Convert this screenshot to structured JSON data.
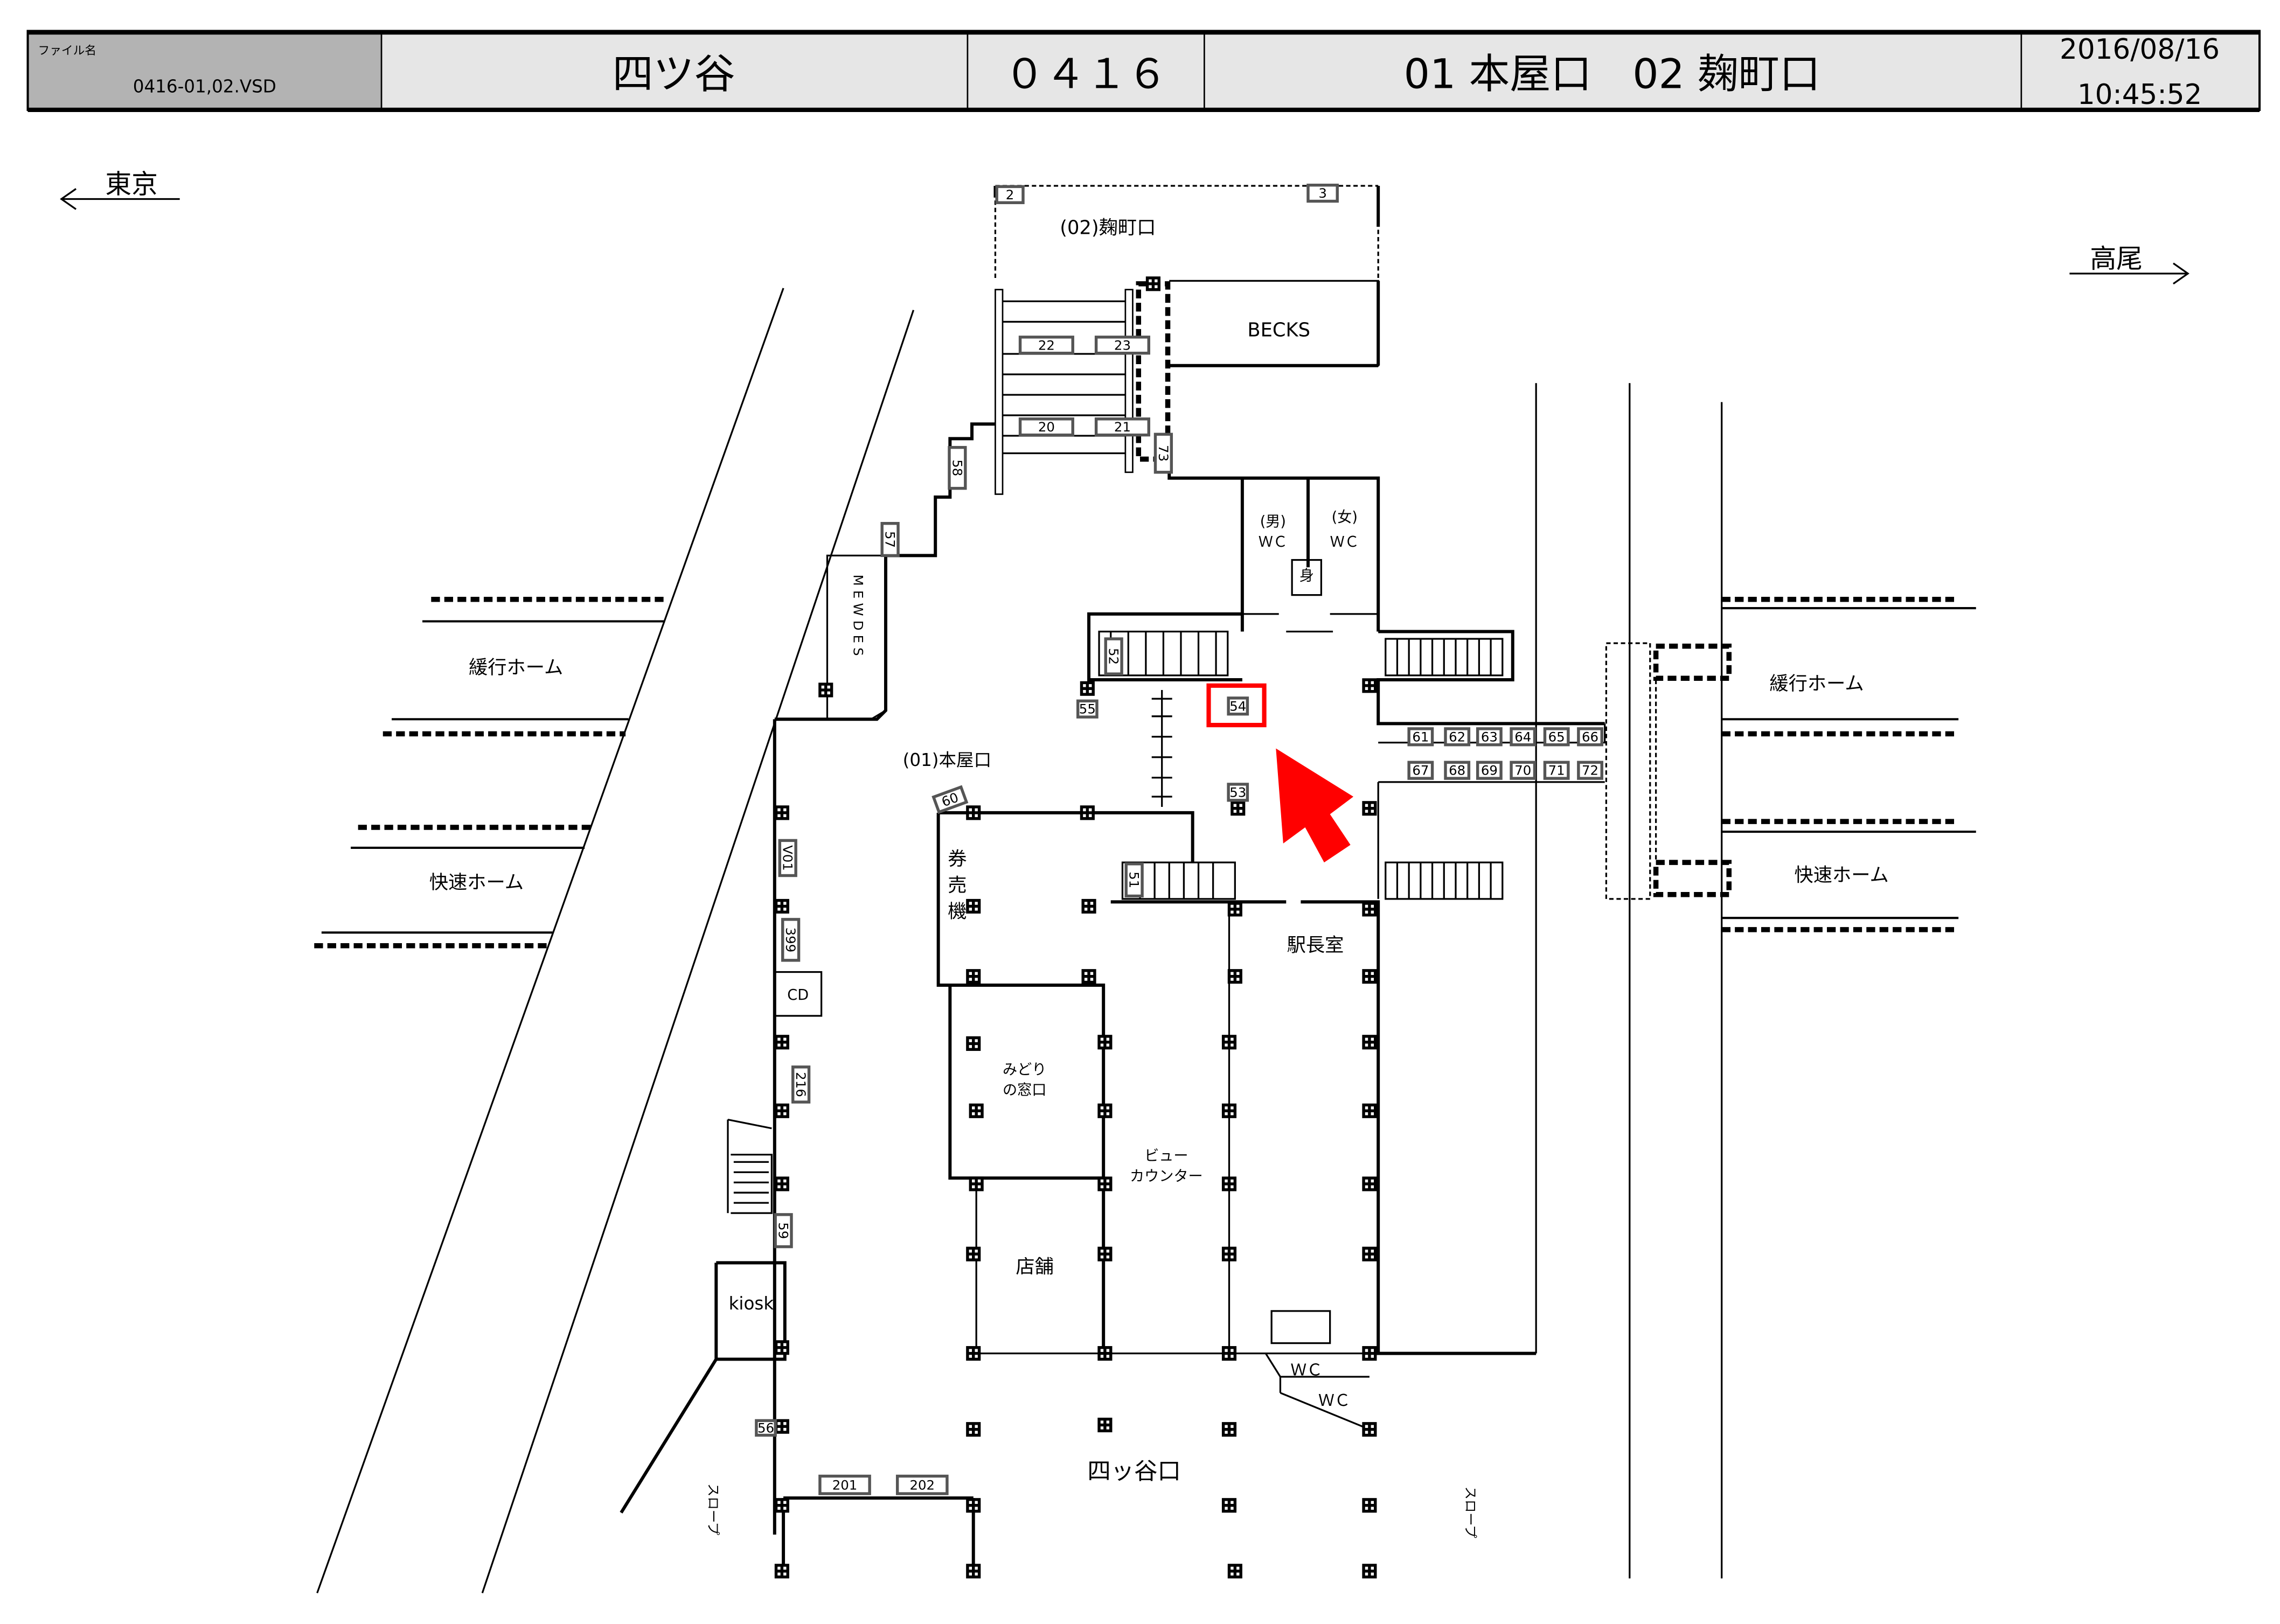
{
  "header": {
    "file_label": "ファイル名",
    "file_name": "0416-01,02.VSD",
    "station_name": "四ツ谷",
    "station_code": "０４１６",
    "exits": "01 本屋口　02 麹町口",
    "date": "2016/08/16",
    "time": "10:45:52"
  },
  "directions": {
    "left": "東京",
    "right": "高尾"
  },
  "platforms": {
    "left_local": "緩行ホーム",
    "left_rapid": "快速ホーム",
    "right_local": "緩行ホーム",
    "right_rapid": "快速ホーム"
  },
  "labels": {
    "kojimachi_exit": "(02)麹町口",
    "becks": "BECKS",
    "wc_men_1": "(男)",
    "wc_men_2": "ＷＣ",
    "wc_women_1": "(女)",
    "wc_women_2": "ＷＣ",
    "accessible_wc": "身",
    "mewdes": "MEWDES",
    "honya_exit": "(01)本屋口",
    "ticket_1": "券",
    "ticket_2": "売",
    "ticket_3": "機",
    "cd": "CD",
    "station_master": "駅長室",
    "midori_1": "みどり",
    "midori_2": "の窓口",
    "view_1": "ビュー",
    "view_2": "カウンター",
    "shop": "店舗",
    "kiosk": "kiosk",
    "wc_a": "ＷＣ",
    "wc_b": "ＷＣ",
    "yotsuya_exit": "四ッ谷口",
    "slope": "スロープ"
  },
  "number_boxes": [
    "2",
    "3",
    "22",
    "23",
    "20",
    "21",
    "73",
    "58",
    "57",
    "52",
    "55",
    "54",
    "53",
    "60",
    "51",
    "V01",
    "399",
    "216",
    "59",
    "56",
    "201",
    "202",
    "61",
    "62",
    "63",
    "64",
    "65",
    "66",
    "67",
    "68",
    "69",
    "70",
    "71",
    "72"
  ],
  "highlight": {
    "target": "54",
    "color": "#ff0000"
  }
}
